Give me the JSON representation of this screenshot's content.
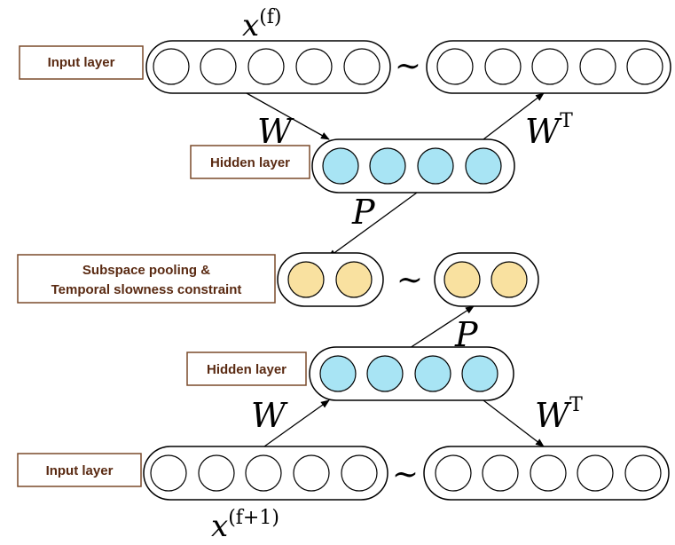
{
  "labels": {
    "input_top": "Input layer",
    "hidden_top": "Hidden layer",
    "pooling_line1": "Subspace pooling &",
    "pooling_line2": "Temporal slowness constraint",
    "hidden_bottom": "Hidden layer",
    "input_bottom": "Input layer"
  },
  "math": {
    "x_top_base": "x",
    "x_top_sup": "(f)",
    "x_bottom_base": "x",
    "x_bottom_sup": "(f+1)",
    "w_top": "W",
    "wt_top_base": "W",
    "wt_top_sup": "T",
    "p_top": "P",
    "p_bottom": "P",
    "w_bottom": "W",
    "wt_bottom_base": "W",
    "wt_bottom_sup": "T",
    "tilde_top": "∼",
    "tilde_middle": "∼",
    "tilde_bottom": "∼"
  },
  "colors": {
    "label_border": "#7a4a2a",
    "label_text": "#5a2a12",
    "hidden_unit": "#a8e4f4",
    "pool_unit": "#f9e1a0",
    "input_unit": "#ffffff",
    "stroke": "#000000"
  }
}
